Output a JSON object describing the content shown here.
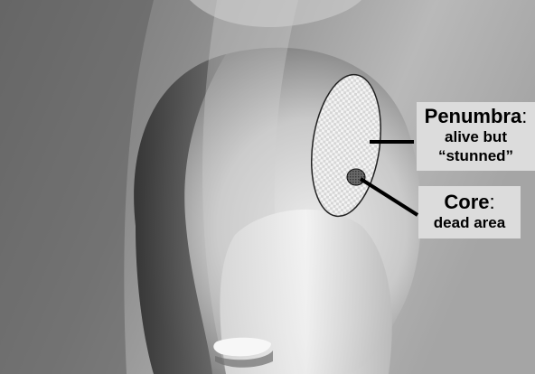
{
  "penumbra": {
    "title": "Penumbra",
    "punct": ":",
    "line1": "alive but",
    "line2": "“stunned”"
  },
  "core": {
    "title": "Core",
    "punct": ":",
    "line1": "dead area"
  },
  "colors": {
    "background_dark": "#2b2b2b",
    "background_light": "#bdbdbd",
    "head_light": "#e6e6e6",
    "penumbra_fill": "#f2f2f2",
    "core_fill": "#555555",
    "label_box": "#dcdcdc",
    "pointer_line": "#000000"
  }
}
